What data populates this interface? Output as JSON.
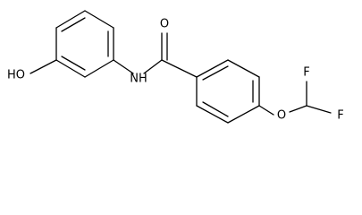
{
  "molecule": {
    "atoms": {
      "hydroxyl": "HO",
      "amide_nitrogen": "NH",
      "carbonyl_oxygen": "O",
      "ether_oxygen": "O",
      "fluorine_top": "F",
      "fluorine_right": "F"
    }
  }
}
